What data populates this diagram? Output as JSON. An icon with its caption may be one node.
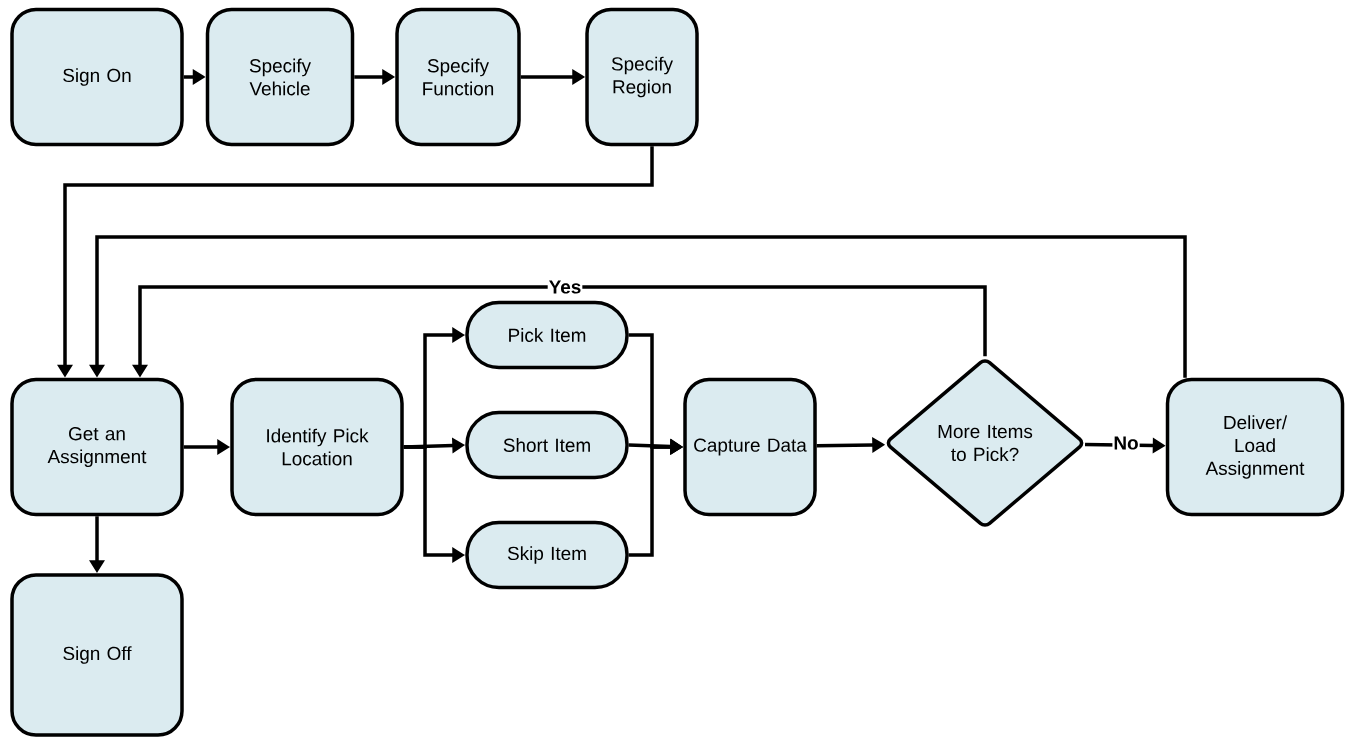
{
  "diagram": {
    "nodes": [
      {
        "text": [
          "Sign On"
        ]
      },
      {
        "text": [
          "Specify Vehicle"
        ]
      },
      {
        "text": [
          "Specify Function"
        ]
      },
      {
        "text": [
          "Specify Region"
        ]
      },
      {
        "text": [
          "Get an Assignment"
        ]
      },
      {
        "text": [
          "Identify Pick Location"
        ]
      },
      {
        "text": [
          "Pick Item"
        ]
      },
      {
        "text": [
          "Short Item"
        ]
      },
      {
        "text": [
          "Skip Item"
        ]
      },
      {
        "text": [
          "Capture Data"
        ]
      },
      {
        "text": [
          "More Items to Pick?"
        ]
      },
      {
        "text": [
          "Deliver/ Load Assignment"
        ]
      },
      {
        "text": [
          "Sign Off"
        ]
      }
    ],
    "edges": [
      {
        "from": 0,
        "to": 1,
        "arrow": "to"
      },
      {
        "from": 1,
        "to": 2,
        "arrow": "to"
      },
      {
        "from": 2,
        "to": 3,
        "arrow": "to"
      },
      {
        "from": 3,
        "to": 4,
        "arrow": "to"
      },
      {
        "from": 4,
        "to": 5,
        "arrow": "to"
      },
      {
        "from": 5,
        "to": 6,
        "arrow": "to"
      },
      {
        "from": 5,
        "to": 7,
        "arrow": "to"
      },
      {
        "from": 5,
        "to": 8,
        "arrow": "to"
      },
      {
        "from": 6,
        "to": 9,
        "arrow": "to"
      },
      {
        "from": 7,
        "to": 9,
        "arrow": "to"
      },
      {
        "from": 8,
        "to": 9,
        "arrow": "to"
      },
      {
        "from": 9,
        "to": 10,
        "arrow": "to"
      },
      {
        "from": 10,
        "to": 11,
        "arrow": "to",
        "label": "No"
      },
      {
        "from": 10,
        "to": 4,
        "arrow": "to",
        "label": "Yes"
      },
      {
        "from": 11,
        "to": 4,
        "arrow": "to"
      },
      {
        "from": 4,
        "to": 12,
        "arrow": "to"
      }
    ]
  }
}
